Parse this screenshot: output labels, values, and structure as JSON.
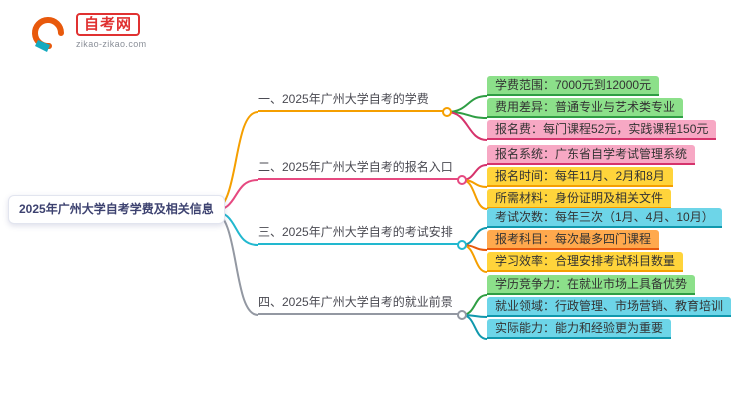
{
  "logo": {
    "title": "自考网",
    "domain": "zikao-zikao.com"
  },
  "root": {
    "label": "2025年广州大学自考学费及相关信息",
    "color": "#7a86b8"
  },
  "branches": [
    {
      "label": "一、2025年广州大学自考的学费",
      "color": "#f59f00",
      "leaves": [
        {
          "text": "学费范围：7000元到12000元",
          "bg": "#8ce08a",
          "line": "#2f9e44"
        },
        {
          "text": "费用差异：普通专业与艺术类专业",
          "bg": "#8ce08a",
          "line": "#2f9e44"
        },
        {
          "text": "报名费：每门课程52元，实践课程150元",
          "bg": "#f7a8c4",
          "line": "#d6336c"
        }
      ]
    },
    {
      "label": "二、2025年广州大学自考的报名入口",
      "color": "#e64980",
      "leaves": [
        {
          "text": "报名系统：广东省自学考试管理系统",
          "bg": "#f7a8c4",
          "line": "#d6336c"
        },
        {
          "text": "报名时间：每年11月、2月和8月",
          "bg": "#ffd43b",
          "line": "#f59f00"
        },
        {
          "text": "所需材料：身份证明及相关文件",
          "bg": "#ffd43b",
          "line": "#f59f00"
        }
      ]
    },
    {
      "label": "三、2025年广州大学自考的考试安排",
      "color": "#22b8cf",
      "leaves": [
        {
          "text": "考试次数：每年三次（1月、4月、10月）",
          "bg": "#6dd5e8",
          "line": "#1098ad"
        },
        {
          "text": "报考科目：每次最多四门课程",
          "bg": "#ffa94d",
          "line": "#e8590c"
        },
        {
          "text": "学习效率：合理安排考试科目数量",
          "bg": "#ffd43b",
          "line": "#f59f00"
        }
      ]
    },
    {
      "label": "四、2025年广州大学自考的就业前景",
      "color": "#9398a2",
      "leaves": [
        {
          "text": "学历竞争力：在就业市场上具备优势",
          "bg": "#8ce08a",
          "line": "#2f9e44"
        },
        {
          "text": "就业领域：行政管理、市场营销、教育培训",
          "bg": "#6dd5e8",
          "line": "#1098ad"
        },
        {
          "text": "实际能力：能力和经验更为重要",
          "bg": "#6dd5e8",
          "line": "#1098ad"
        }
      ]
    }
  ]
}
